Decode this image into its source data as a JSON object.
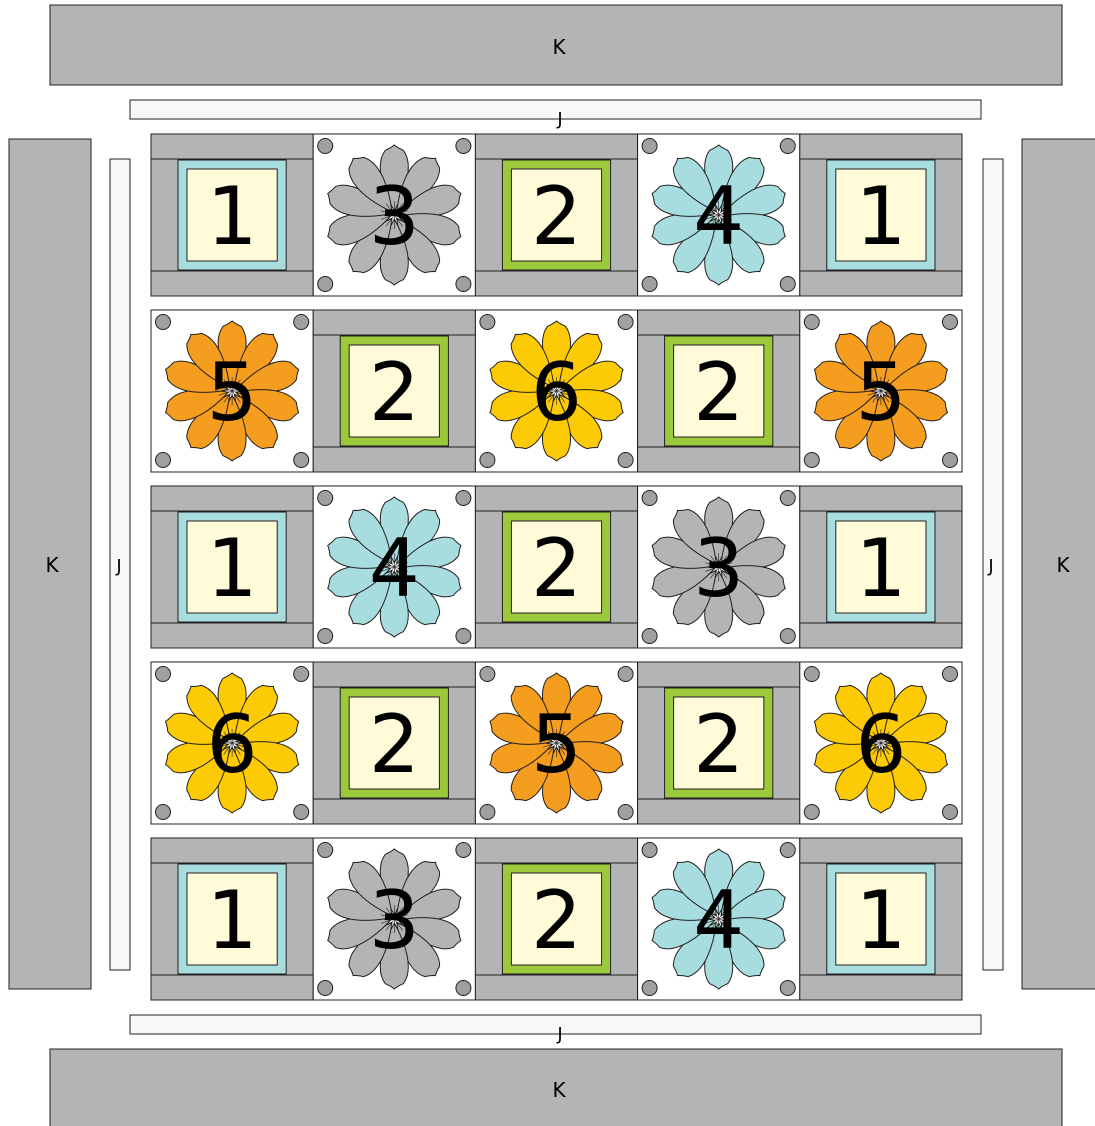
{
  "border_labels": {
    "outer_top": "K",
    "outer_bottom": "K",
    "outer_left": "K",
    "outer_right": "K",
    "inner_top": "J",
    "inner_bottom": "J",
    "inner_left": "J",
    "inner_right": "J"
  },
  "rows": [
    {
      "blocks": [
        {
          "type": "framed",
          "label": "1",
          "frame": "blue"
        },
        {
          "type": "flower",
          "label": "3",
          "petal": "gray"
        },
        {
          "type": "framed",
          "label": "2",
          "frame": "green"
        },
        {
          "type": "flower",
          "label": "4",
          "petal": "blue"
        },
        {
          "type": "framed",
          "label": "1",
          "frame": "blue"
        }
      ]
    },
    {
      "blocks": [
        {
          "type": "flower",
          "label": "5",
          "petal": "orange"
        },
        {
          "type": "framed",
          "label": "2",
          "frame": "green"
        },
        {
          "type": "flower",
          "label": "6",
          "petal": "yellow"
        },
        {
          "type": "framed",
          "label": "2",
          "frame": "green"
        },
        {
          "type": "flower",
          "label": "5",
          "petal": "orange"
        }
      ]
    },
    {
      "blocks": [
        {
          "type": "framed",
          "label": "1",
          "frame": "blue"
        },
        {
          "type": "flower",
          "label": "4",
          "petal": "blue"
        },
        {
          "type": "framed",
          "label": "2",
          "frame": "green"
        },
        {
          "type": "flower",
          "label": "3",
          "petal": "gray"
        },
        {
          "type": "framed",
          "label": "1",
          "frame": "blue"
        }
      ]
    },
    {
      "blocks": [
        {
          "type": "flower",
          "label": "6",
          "petal": "yellow"
        },
        {
          "type": "framed",
          "label": "2",
          "frame": "green"
        },
        {
          "type": "flower",
          "label": "5",
          "petal": "orange"
        },
        {
          "type": "framed",
          "label": "2",
          "frame": "green"
        },
        {
          "type": "flower",
          "label": "6",
          "petal": "yellow"
        }
      ]
    },
    {
      "blocks": [
        {
          "type": "framed",
          "label": "1",
          "frame": "blue"
        },
        {
          "type": "flower",
          "label": "3",
          "petal": "gray"
        },
        {
          "type": "framed",
          "label": "2",
          "frame": "green"
        },
        {
          "type": "flower",
          "label": "4",
          "petal": "blue"
        },
        {
          "type": "framed",
          "label": "1",
          "frame": "blue"
        }
      ]
    }
  ],
  "colors": {
    "border_gray": "#b3b4b6",
    "sash_white": "#f8f8f8",
    "cream": "#fffad7",
    "frame_blue": "#a8dde0",
    "frame_green": "#9cc93c",
    "petal_gray": "#b3b4b6",
    "petal_blue": "#a8dde0",
    "petal_orange": "#f49d1e",
    "petal_yellow": "#fdcb05",
    "corner_dot": "#a0a0a0",
    "outline": "#231f20"
  }
}
